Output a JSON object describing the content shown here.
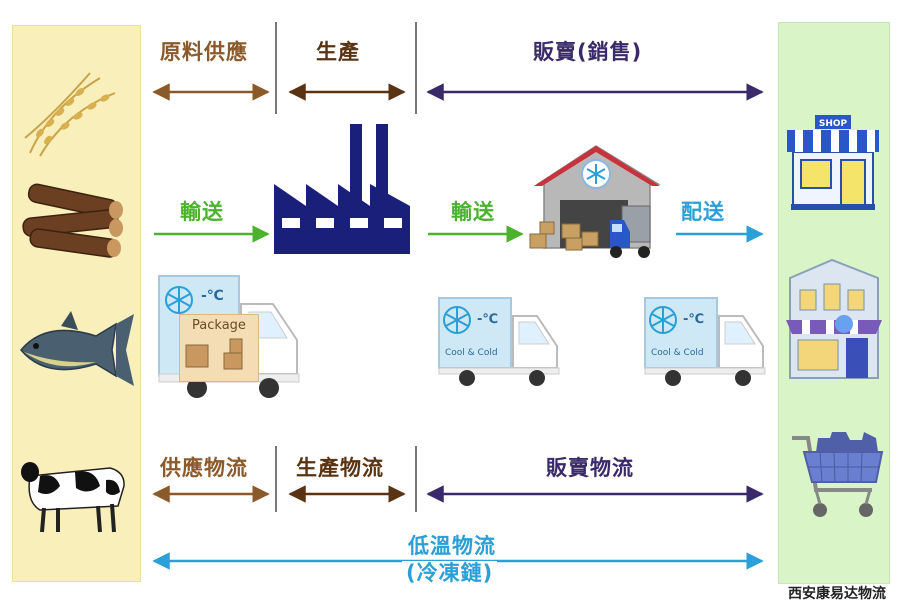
{
  "headers": {
    "supply": "原料供應",
    "production": "生產",
    "sales": "販賣(銷售)"
  },
  "flow": {
    "transport_1": "輸送",
    "transport_2": "輸送",
    "delivery": "配送"
  },
  "truck_labels": {
    "celsius": "-℃",
    "package": "Package",
    "cool_cold": "Cool & Cold"
  },
  "shop_sign": "SHOP",
  "logistics": {
    "supply": "供應物流",
    "production": "生產物流",
    "sales": "販賣物流"
  },
  "cold_chain": {
    "line1": "低溫物流",
    "line2": "(冷凍鏈)"
  },
  "watermark": "西安康易达物流",
  "icons": {
    "left": [
      "rice-icon",
      "wood-logs-icon",
      "tuna-fish-icon",
      "dairy-cow-icon"
    ],
    "right": [
      "shop-icon",
      "store-building-icon",
      "shopping-cart-icon"
    ],
    "center": [
      "factory-icon",
      "warehouse-icon",
      "refrigerated-truck-icon"
    ]
  },
  "colors": {
    "supply": "#8a5a2b",
    "production": "#5a3412",
    "sales": "#3a2a6a",
    "transport": "#4cb22e",
    "delivery": "#2a9fd8",
    "factory": "#1a1f7a",
    "left_panel": "#f9efbb",
    "right_panel": "#d9f5c8"
  }
}
